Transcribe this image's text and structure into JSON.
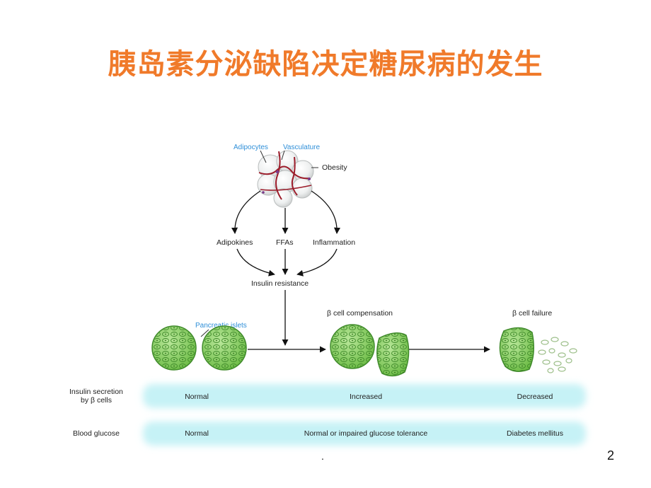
{
  "slide": {
    "title": "胰岛素分泌缺陷决定糖尿病的发生",
    "page_number": "2",
    "footer_mark": "."
  },
  "colors": {
    "title": "#f07a2a",
    "blue_label": "#2f8fd8",
    "band": "#c6f2f6",
    "islet_fill": "#8fd06a",
    "islet_dark": "#3f8a2a",
    "vessel": "#9c1c2a"
  },
  "diagram": {
    "obesity": {
      "adipocytes_label": "Adipocytes",
      "vasculature_label": "Vasculature",
      "obesity_label": "Obesity"
    },
    "mediators": {
      "adipokines": "Adipokines",
      "ffas": "FFAs",
      "inflammation": "Inflammation"
    },
    "insulin_resistance": "Insulin resistance",
    "pancreatic_islets_label": "Pancreatic islets",
    "compensation_label": "β cell compensation",
    "failure_label": "β cell failure",
    "rows": [
      {
        "label_line1": "Insulin secretion",
        "label_line2": "by β cells",
        "values": [
          "Normal",
          "Increased",
          "Decreased"
        ]
      },
      {
        "label_line1": "Blood glucose",
        "label_line2": "",
        "values": [
          "Normal",
          "Normal or impaired glucose tolerance",
          "Diabetes mellitus"
        ]
      }
    ]
  }
}
